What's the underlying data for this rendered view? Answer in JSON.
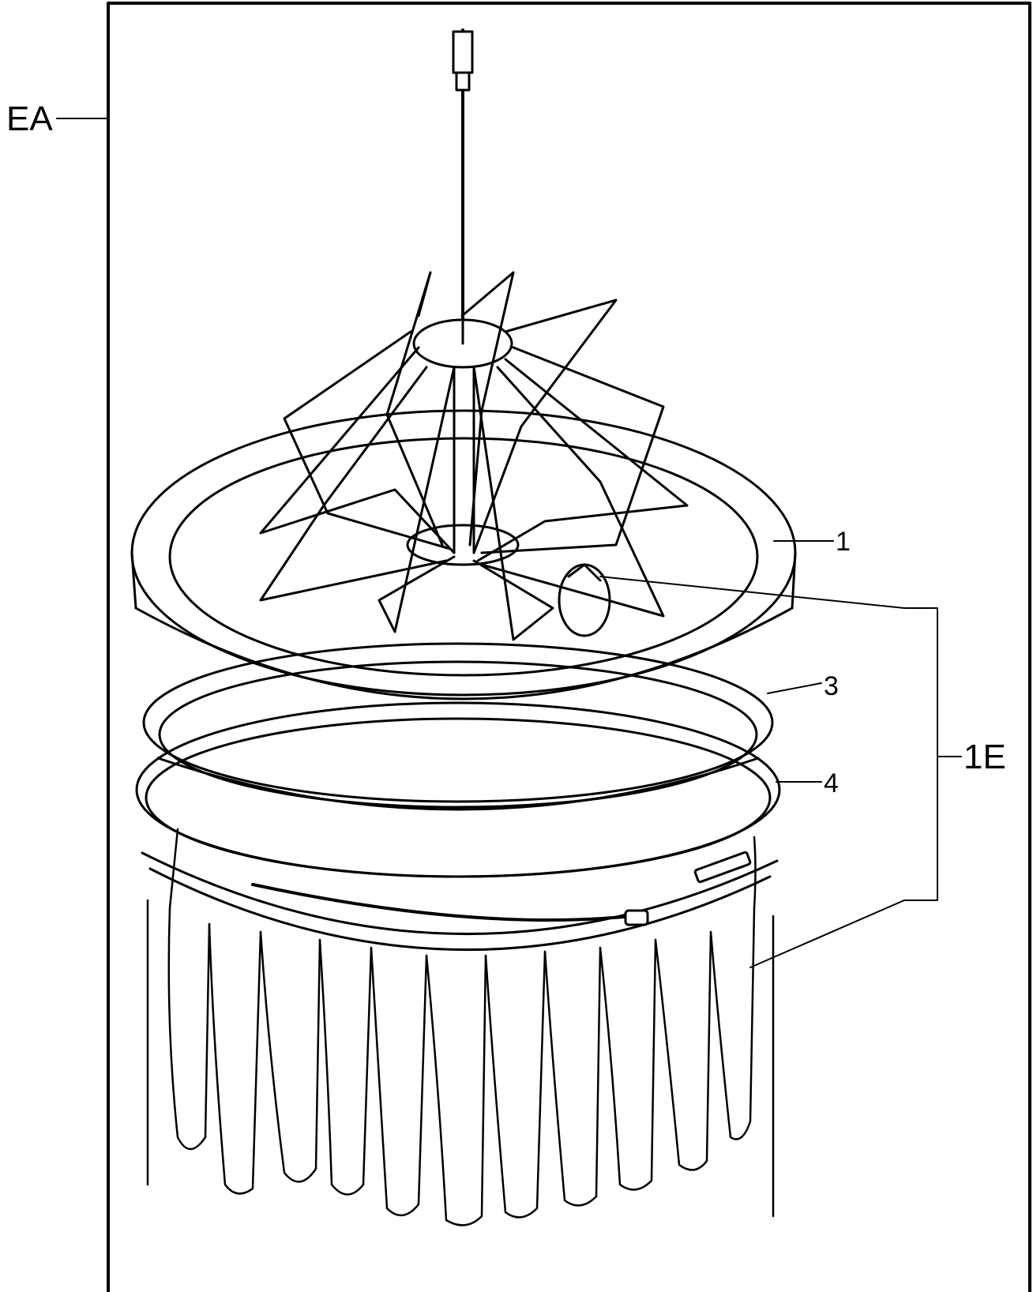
{
  "labels": {
    "assembly": "EA",
    "item_1": "1",
    "item_3": "3",
    "item_4": "4",
    "kit": "1E"
  },
  "colors": {
    "ink": "#000000",
    "paper": "#ffffff"
  }
}
